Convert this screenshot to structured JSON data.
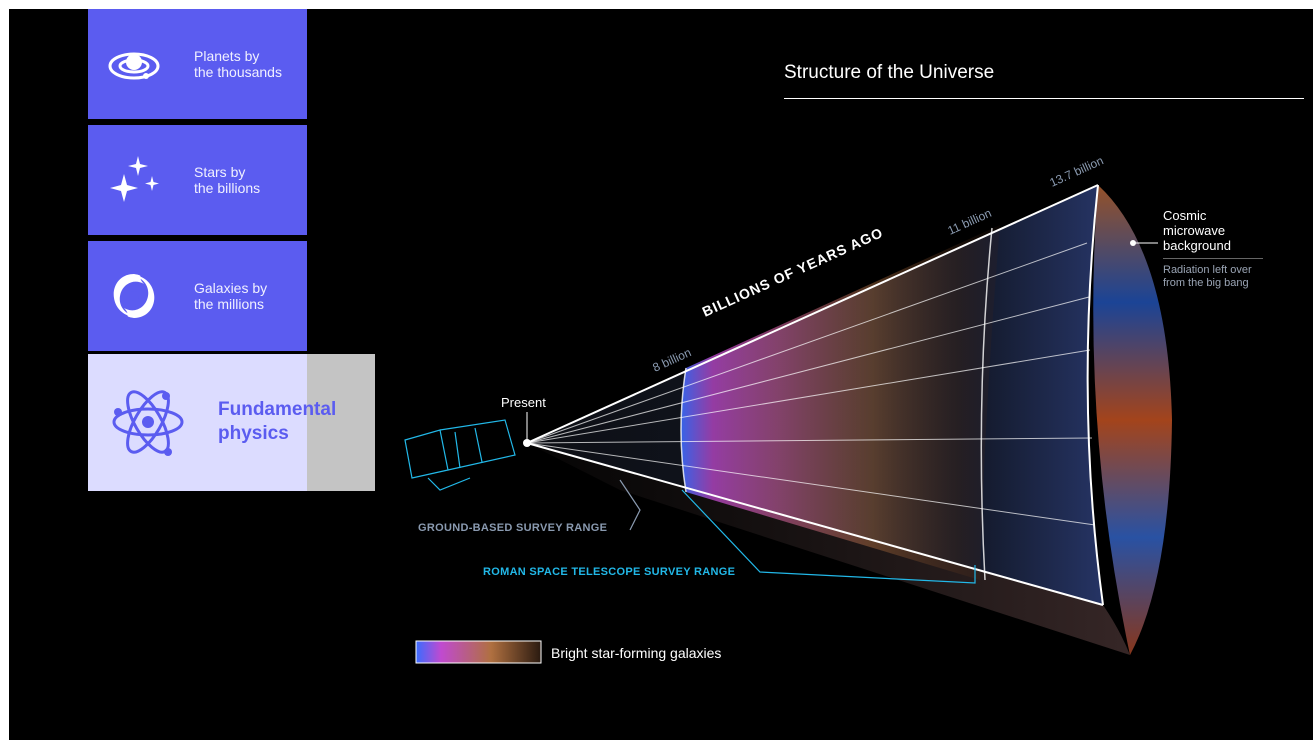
{
  "cards": [
    {
      "icon": "planet-icon",
      "label_line1": "Planets by",
      "label_line2": "the thousands"
    },
    {
      "icon": "stars-icon",
      "label_line1": "Stars by",
      "label_line2": "the billions"
    },
    {
      "icon": "galaxy-icon",
      "label_line1": "Galaxies by",
      "label_line2": "the millions"
    },
    {
      "icon": "atom-icon",
      "label_line1": "Fundamental",
      "label_line2": "physics"
    }
  ],
  "diagram": {
    "title": "Structure of the Universe",
    "axis_label": "BILLIONS OF YEARS AGO",
    "present_label": "Present",
    "markers": [
      "8 billion",
      "11 billion",
      "13.7 billion"
    ],
    "cmb_title_line1": "Cosmic",
    "cmb_title_line2": "microwave",
    "cmb_title_line3": "background",
    "cmb_sub_line1": "Radiation left over",
    "cmb_sub_line2": "from the big bang",
    "ground_range": "GROUND-BASED SURVEY RANGE",
    "roman_range": "ROMAN SPACE TELESCOPE SURVEY RANGE",
    "legend_label": "Bright star-forming galaxies"
  },
  "colors": {
    "card_blue": "#5b5cf0",
    "card_light": "#dcdcff",
    "roman_cyan": "#22b8e8",
    "ground_grey": "#8a9ab0"
  }
}
